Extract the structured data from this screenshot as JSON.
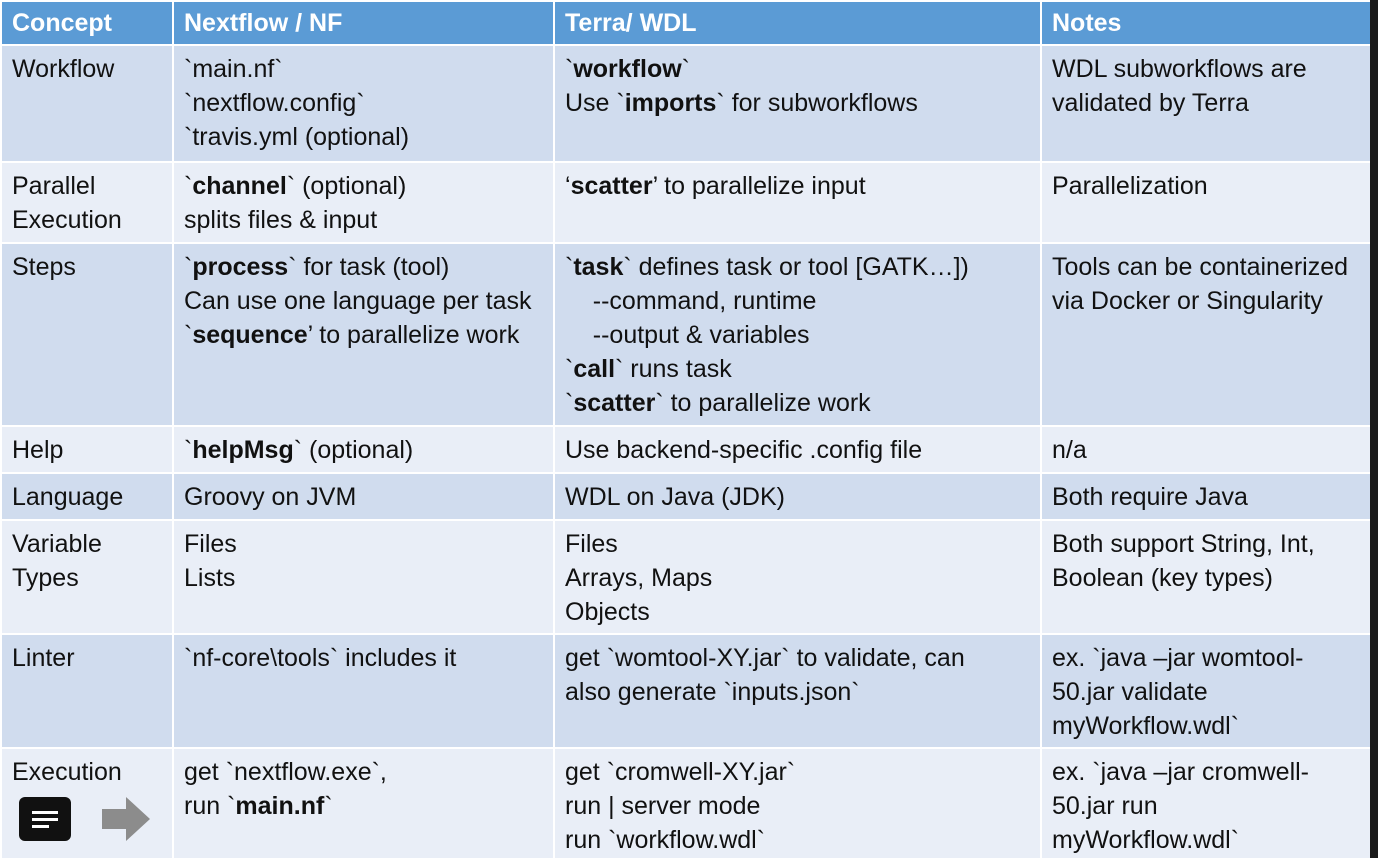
{
  "header": {
    "concept": "Concept",
    "nextflow": "Nextflow / NF",
    "terra": "Terra/ WDL",
    "notes": "Notes"
  },
  "rows": {
    "workflow": {
      "concept": [
        "Workflow"
      ],
      "nextflow": [
        "`main.nf`",
        "`nextflow.config`",
        "`travis.yml (optional)"
      ],
      "terra": [
        [
          "`",
          "workflow",
          "`"
        ],
        [
          "Use `",
          "imports",
          "` for subworkflows"
        ]
      ],
      "notes": [
        "WDL subworkflows are",
        "validated by Terra"
      ]
    },
    "parallel": {
      "concept": [
        "Parallel",
        "Execution"
      ],
      "nextflow": [
        [
          "`",
          "channel",
          "` (optional)"
        ],
        "splits files & input"
      ],
      "terra": [
        [
          "‘",
          "scatter",
          "’ to parallelize input"
        ]
      ],
      "notes": [
        "Parallelization"
      ]
    },
    "steps": {
      "concept": [
        "Steps"
      ],
      "nextflow": [
        [
          "`",
          "process",
          "` for task (tool)"
        ],
        "Can use one language per task",
        [
          "`",
          "sequence",
          "’ to parallelize work"
        ]
      ],
      "terra": [
        [
          "`",
          "task",
          "` defines task or tool [GATK…])"
        ],
        "  --command, runtime",
        "  --output & variables",
        [
          "`",
          "call",
          "` runs task"
        ],
        [
          "`",
          "scatter",
          "` to parallelize work"
        ]
      ],
      "notes": [
        "Tools can be containerized",
        "via Docker or Singularity"
      ]
    },
    "help": {
      "concept": [
        "Help"
      ],
      "nextflow": [
        [
          "`",
          "helpMsg",
          "` (optional)"
        ]
      ],
      "terra": [
        "Use backend-specific .config file"
      ],
      "notes": [
        "n/a"
      ]
    },
    "language": {
      "concept": [
        "Language"
      ],
      "nextflow": [
        "Groovy on JVM"
      ],
      "terra": [
        "WDL on Java (JDK)"
      ],
      "notes": [
        "Both require Java"
      ]
    },
    "types": {
      "concept": [
        "Variable",
        "Types"
      ],
      "nextflow": [
        "Files",
        "Lists"
      ],
      "terra": [
        "Files",
        "Arrays, Maps",
        "Objects"
      ],
      "notes": [
        "Both support String, Int,",
        "Boolean (key types)"
      ]
    },
    "linter": {
      "concept": [
        "Linter"
      ],
      "nextflow": [
        "`nf-core\\tools` includes it"
      ],
      "terra": [
        "get `womtool-XY.jar` to validate, can",
        "also generate `inputs.json`"
      ],
      "notes": [
        "ex. `java –jar womtool-",
        "50.jar validate",
        "myWorkflow.wdl`"
      ]
    },
    "execution": {
      "concept": [
        "Execution"
      ],
      "nextflow": [
        "get `nextflow.exe`,",
        [
          "run `",
          "main.nf",
          "`"
        ]
      ],
      "terra": [
        "get `cromwell-XY.jar`",
        "run | server mode",
        "run `workflow.wdl`"
      ],
      "notes": [
        "ex. `java –jar cromwell-",
        "50.jar run",
        "myWorkflow.wdl`"
      ]
    }
  },
  "colors": {
    "header_bg": "#5b9bd5",
    "row_odd": "#d0dcee",
    "row_even": "#e9eef7"
  },
  "icons": {
    "caption": "closed-captions-icon",
    "next": "next-arrow-icon"
  }
}
